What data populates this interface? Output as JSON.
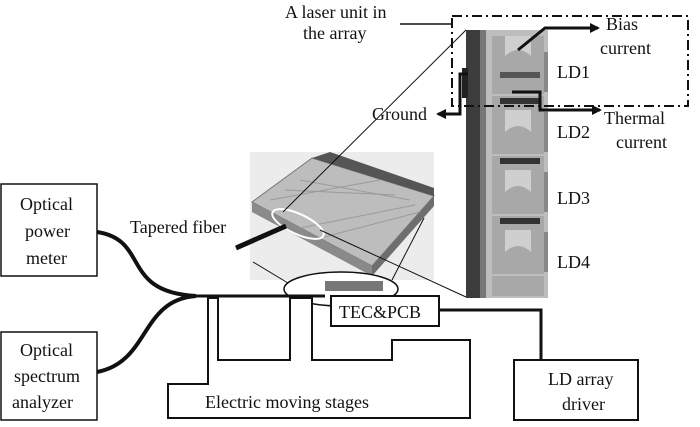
{
  "labels": {
    "unit_line1": "A laser unit in",
    "unit_line2": "the array",
    "bias_line1": "Bias",
    "bias_line2": "current",
    "ground": "Ground",
    "thermal_line1": "Thermal",
    "thermal_line2": "current",
    "ld1": "LD1",
    "ld2": "LD2",
    "ld3": "LD3",
    "ld4": "LD4",
    "tapered_fiber": "Tapered fiber",
    "tec_pcb": "TEC&PCB",
    "opm_line1": "Optical",
    "opm_line2": "power",
    "opm_line3": "meter",
    "osa_line1": "Optical",
    "osa_line2": "spectrum",
    "osa_line3": "analyzer",
    "stages": "Electric moving stages",
    "driver_line1": "LD array",
    "driver_line2": "driver"
  },
  "colors": {
    "line": "#111111",
    "chip_grey": "#8e8e8e",
    "chip_dark": "#4a4a4a",
    "chip_light": "#cfcfcf",
    "photo_bg": "#e6e6e6"
  }
}
